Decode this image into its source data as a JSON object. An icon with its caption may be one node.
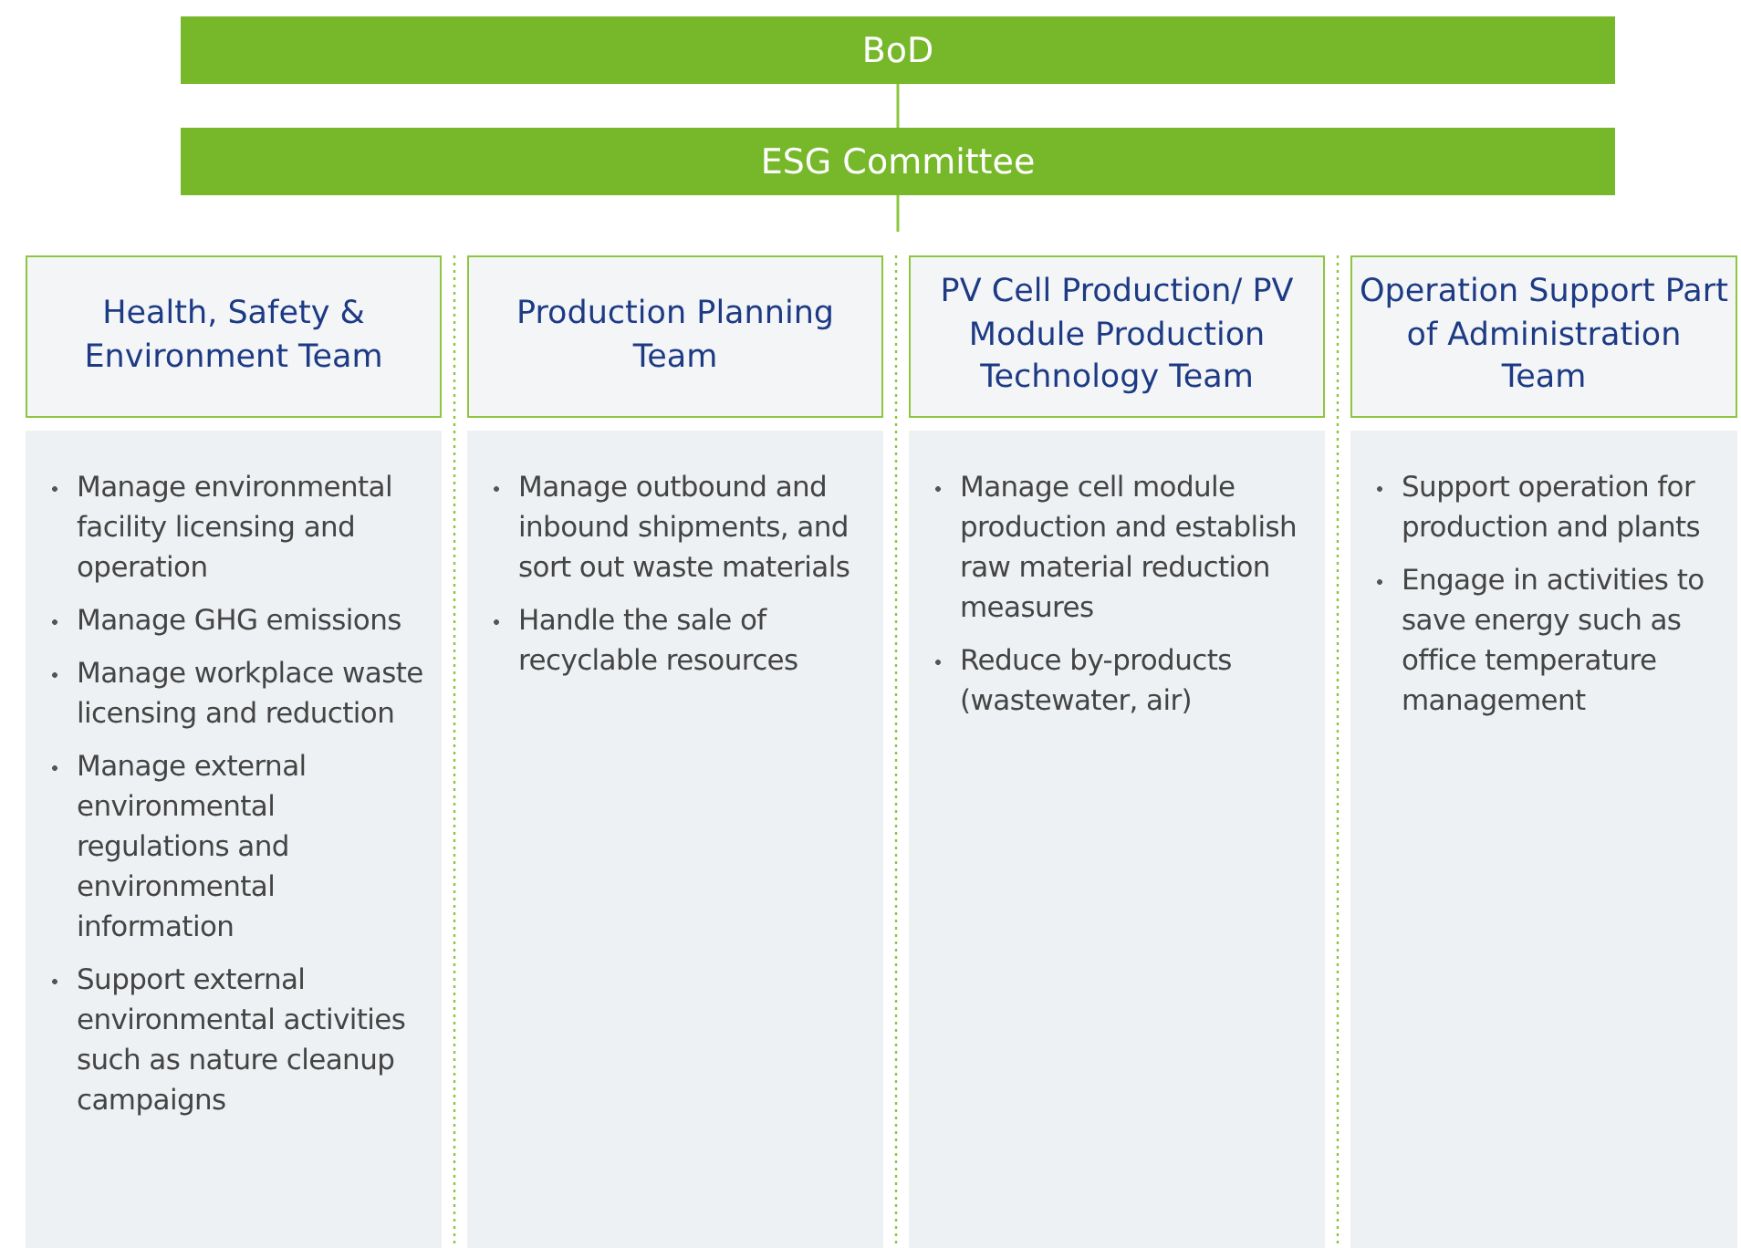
{
  "diagram": {
    "nodes": [
      {
        "text": [
          "BoD"
        ]
      },
      {
        "text": [
          "ESG Committee"
        ]
      },
      {
        "text": [
          "Health, Safety & Environment Team"
        ]
      },
      {
        "text": [
          "Production Planning Team"
        ]
      },
      {
        "text": [
          "PV Cell Production/ PV Module Production Technology Team"
        ]
      },
      {
        "text": [
          "Operation Support Part of Administration Team"
        ]
      },
      {
        "text": [
          "Manage environmental facility licensing and operation",
          "Manage GHG emissions",
          "Manage workplace waste licensing and reduction",
          "Manage external environmental regulations and environmental information",
          "Support external environmental activities such as nature cleanup campaigns"
        ]
      },
      {
        "text": [
          "Manage outbound and inbound shipments, and sort out waste materials",
          "Handle the sale of recyclable resources"
        ]
      },
      {
        "text": [
          "Manage cell module production and establish raw material reduction measures",
          "Reduce by-products (wastewater, air)"
        ]
      },
      {
        "text": [
          "Support operation for production and plants",
          "Engage in activities to save energy such as office temperature management"
        ]
      }
    ],
    "edges": [
      {
        "from": 0,
        "to": 1,
        "arrow": "none"
      },
      {
        "from": 1,
        "to": null,
        "arrow": "none"
      }
    ]
  }
}
